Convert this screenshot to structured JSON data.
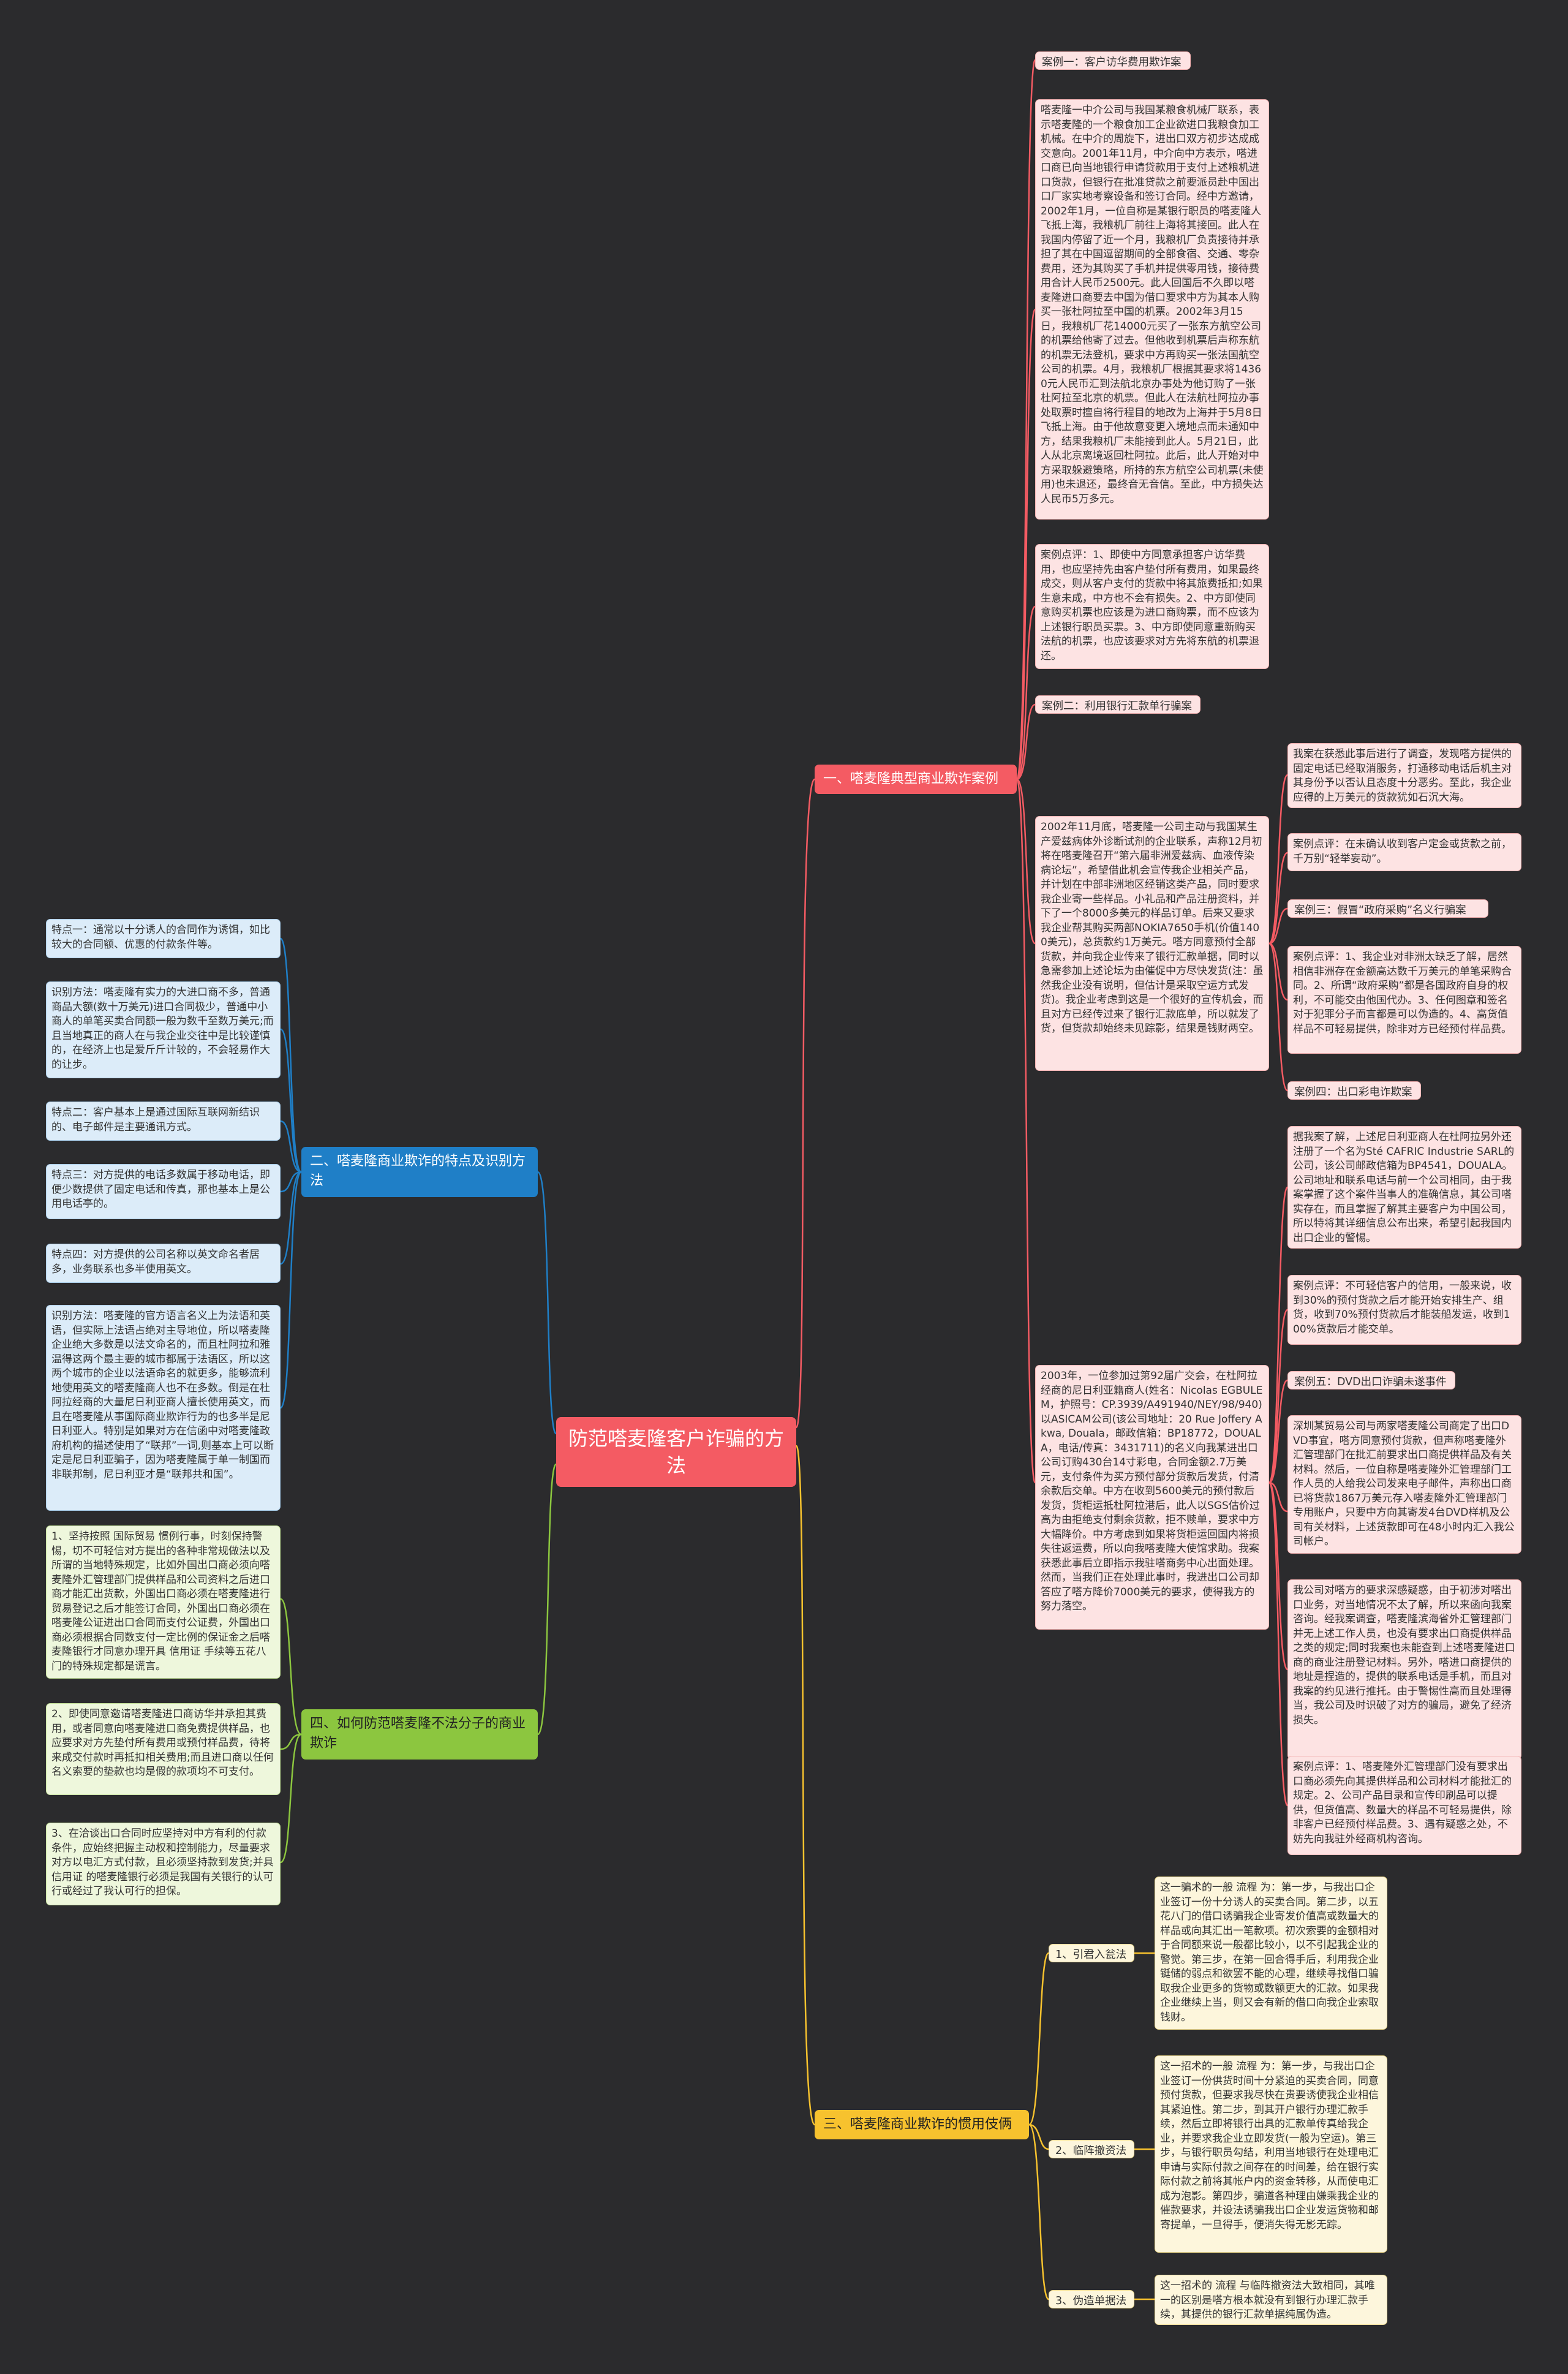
{
  "central": "防范嗒麦隆客户诈骗的方法",
  "branches": {
    "b1": "一、嗒麦隆典型商业欺诈案例",
    "b2": "二、嗒麦隆商业欺诈的特点及识别方法",
    "b3": "三、嗒麦隆商业欺诈的惯用伎俩",
    "b4": "四、如何防范嗒麦隆不法分子的商业欺诈"
  },
  "case1": {
    "title": "案例一：客户访华费用欺诈案",
    "story": "嗒麦隆一中介公司与我国某粮食机械厂联系，表示嗒麦隆的一个粮食加工企业欲进口我粮食加工机械。在中介的周旋下，进出口双方初步达成成交意向。2001年11月，中介向中方表示，嗒进口商已向当地银行申请贷款用于支付上述粮机进口货款，但银行在批准贷款之前要派员赴中国出口厂家实地考察设备和签订合同。经中方邀请，2002年1月，一位自称是某银行职员的嗒麦隆人飞抵上海，我粮机厂前往上海将其接回。此人在我国内停留了近一个月，我粮机厂负责接待并承担了其在中国逗留期间的全部食宿、交通、零杂费用，还为其购买了手机并提供零用钱，接待费用合计人民币2500元。此人回国后不久即以嗒麦隆进口商要去中国为借口要求中方为其本人购买一张杜阿拉至中国的机票。2002年3月15日，我粮机厂花14000元买了一张东方航空公司的机票给他寄了过去。但他收到机票后声称东航的机票无法登机，要求中方再购买一张法国航空公司的机票。4月，我粮机厂根据其要求将14360元人民币汇到法航北京办事处为他订购了一张杜阿拉至北京的机票。但此人在法航杜阿拉办事处取票时擅自将行程目的地改为上海并于5月8日飞抵上海。由于他故意变更入境地点而未通知中方，结果我粮机厂未能接到此人。5月21日，此人从北京离境返回杜阿拉。此后，此人开始对中方采取躲避策略，所持的东方航空公司机票(未使用)也未退还，最终音无音信。至此，中方损失达人民币5万多元。",
    "comment": "案例点评：1、即使中方同意承担客户访华费用，也应坚持先由客户垫付所有费用，如果最终成交，则从客户支付的货款中将其旅费抵扣;如果生意未成，中方也不会有损失。2、中方即使同意购买机票也应该是为进口商购票，而不应该为上述银行职员买票。3、中方即使同意重新购买法航的机票，也应该要求对方先将东航的机票退还。"
  },
  "case2": {
    "title": "案例二：利用银行汇款单行骗案",
    "story": "2002年11月底，嗒麦隆一公司主动与我国某生产爱兹病体外诊断试剂的企业联系，声称12月初将在嗒麦隆召开“第六届非洲爱兹病、血液传染病论坛”，希望借此机会宣传我企业相关产品，并计划在中部非洲地区经销这类产品，同时要求我企业寄一些样品。小礼品和产品注册资料，并下了一个8000多美元的样品订单。后来又要求我企业帮其购买两部NOKIA7650手机(价值1400美元)，总货款约1万美元。嗒方同意预付全部货款，并向我企业传来了银行汇款单据，同时以急需参加上述论坛为由催促中方尽快发货(注：虽然我企业没有说明，但估计是采取空运方式发货)。我企业考虑到这是一个很好的宣传机会，而且对方已经传过来了银行汇款底单，所以就发了货，但货款却始终未见踪影，结果是钱财两空。",
    "note": "我案在获悉此事后进行了调查，发现嗒方提供的固定电话已经取消服务，打通移动电话后机主对其身份予以否认且态度十分恶劣。至此，我企业应得的上万美元的货款犹如石沉大海。",
    "comment": "案例点评：在未确认收到客户定金或货款之前，千万别“轻举妄动”。"
  },
  "case3": {
    "title": "案例三：假冒“政府采购”名义行骗案",
    "comment": "案例点评：1、我企业对非洲太缺乏了解，居然相信非洲存在金额高达数千万美元的单笔采购合同。2、所谓“政府采购”都是各国政府自身的权利，不可能交由他国代办。3、任何图章和签名对于犯罪分子而言都是可以伪造的。4、高货值样品不可轻易提供，除非对方已经预付样品费。"
  },
  "case4": {
    "title": "案例四：出口彩电诈欺案",
    "story": "2003年，一位参加过第92届广交会，在杜阿拉经商的尼日利亚籍商人(姓名：Nicolas EGBULEM，护照号：CP.3939/A491940/NEY/98/940)以ASICAM公司(该公司地址：20 Rue Joffery Akwa, Douala，邮政信箱：BP18772，DOUALA，电话/传真：3431711)的名义向我某进出口公司订购430台14寸彩电，合同金额2.7万美元，支付条件为买方预付部分货款后发货，付清余款后交单。中方在收到5600美元的预付款后发货，货柜运抵杜阿拉港后，此人以SGS估价过高为由拒绝支付剩余货款，拒不赎单，要求中方大幅降价。中方考虑到如果将货柜运回国内将损失往返运费，所以向我嗒麦隆大使馆求助。我案获悉此事后立即指示我驻嗒商务中心出面处理。然而，当我们正在处理此事时，我进出口公司却答应了嗒方降价7000美元的要求，使得我方的努力落空。",
    "note": "据我案了解，上述尼日利亚商人在杜阿拉另外还注册了一个名为Sté CAFRIC Industrie SARL的公司，该公司邮政信箱为BP4541，DOUALA。公司地址和联系电话与前一个公司相同，由于我案掌握了这个案件当事人的准确信息，其公司嗒实存在，而且掌握了解其主要客户为中国公司，所以特将其详细信息公布出来，希望引起我国内出口企业的警惕。",
    "comment": "案例点评：不可轻信客户的信用，一般来说，收到30%的预付货款之后才能开始安排生产、组货，收到70%预付货款后才能装船发运，收到100%货款后才能交单。"
  },
  "case5": {
    "title": "案例五：DVD出口诈骗未遂事件",
    "story": "深圳某贸易公司与两家嗒麦隆公司商定了出口DVD事宜，嗒方同意预付货款，但声称嗒麦隆外汇管理部门在批汇前要求出口商提供样品及有关材料。然后，一位自称是嗒麦隆外汇管理部门工作人员的人给我公司发来电子邮件，声称出口商已将货款1867万美元存入嗒麦隆外汇管理部门专用账户，只要中方向其寄发4台DVD样机及公司有关材料，上述货款即可在48小时内汇入我公司帐户。",
    "note": "我公司对嗒方的要求深感疑惑，由于初涉对嗒出口业务，对当地情况不太了解，所以来函向我案咨询。经我案调查，嗒麦隆滨海省外汇管理部门并无上述工作人员，也没有要求出口商提供样品之类的规定;同时我案也未能查到上述嗒麦隆进口商的商业注册登记材料。另外，嗒进口商提供的地址是捏造的，提供的联系电话是手机，而且对我案的约见进行推托。由于警惕性高而且处理得当，我公司及时识破了对方的骗局，避免了经济损失。",
    "comment": "案例点评：1、嗒麦隆外汇管理部门没有要求出口商必须先向其提供样品和公司材料才能批汇的规定。2、公司产品目录和宣传印刷品可以提供，但货值高、数量大的样品不可轻易提供，除非客户已经预付样品费。3、遇有疑惑之处，不妨先向我驻外经商机构咨询。"
  },
  "tricks": [
    {
      "label": "1、引君入瓮法",
      "text": "这一骗术的一般 流程 为：第一步，与我出口企业签订一份十分诱人的买卖合同。第二步，以五花八门的借口诱骗我企业寄发价值高或数量大的样品或向其汇出一笔款项。初次索要的金额相对于合同额来说一般都比较小，以不引起我企业的警觉。第三步，在第一回合得手后，利用我企业铤储的弱点和欲罢不能的心理，继续寻找借口骗取我企业更多的货物或数额更大的汇款。如果我企业继续上当，则又会有新的借口向我企业索取钱财。"
    },
    {
      "label": "2、临阵撤资法",
      "text": "这一招术的一般 流程 为：第一步，与我出口企业签订一份供货时间十分紧迫的买卖合同，同意预付货款，但要求我尽快在贵要诱使我企业相信其紧迫性。第二步，到其开户银行办理汇款手续，然后立即将银行出具的汇款单传真给我企业，并要求我企业立即发货(一般为空运)。第三步，与银行职员勾结，利用当地银行在处理电汇申请与实际付款之间存在的时间差，给在银行实际付款之前将其帐户内的资金转移，从而使电汇成为泡影。第四步，骗道各种理由嫌乘我企业的催款要求，并设法诱骗我出口企业发运货物和邮寄提单，一旦得手，便消失得无影无踪。"
    },
    {
      "label": "3、伪造单据法",
      "text": "这一招术的 流程 与临阵撤资法大致相同，其唯一的区别是嗒方根本就没有到银行办理汇款手续，其提供的银行汇款单据纯属伪造。"
    }
  ],
  "features": [
    "特点一：通常以十分诱人的合同作为诱饵，如比较大的合同额、优惠的付款条件等。",
    "识别方法：嗒麦隆有实力的大进口商不多，普通商品大额(数十万美元)进口合同极少，普通中小商人的单笔买卖合同额一般为数千至数万美元;而且当地真正的商人在与我企业交往中是比较谨慎的，在经济上也是爱斤斤计较的，不会轻易作大的让步。",
    "特点二：客户基本上是通过国际互联网新结识的、电子邮件是主要通讯方式。",
    "特点三：对方提供的电话多数属于移动电话，即便少数提供了固定电话和传真，那也基本上是公用电话亭的。",
    "特点四：对方提供的公司名称以英文命名者居多，业务联系也多半使用英文。",
    "识别方法：嗒麦隆的官方语言名义上为法语和英语，但实际上法语占绝对主导地位，所以嗒麦隆企业绝大多数是以法文命名的，而且杜阿拉和雅温得这两个最主要的城市都属于法语区，所以这两个城市的企业以法语命名的就更多，能够流利地使用英文的嗒麦隆商人也不在多数。倒是在杜阿拉经商的大量尼日利亚商人擅长使用英文，而且在嗒麦隆从事国际商业欺诈行为的也多半是尼日利亚人。特别是如果对方在信函中对嗒麦隆政府机构的描述使用了“联邦”一词,则基本上可以断定是尼日利亚骗子，因为嗒麦隆属于单一制国而非联邦制，尼日利亚才是“联邦共和国”。"
  ],
  "prevention": [
    "1、坚持按照 国际贸易 惯例行事，时刻保持警惕，切不可轻信对方提出的各种非常规做法以及所谓的当地特殊规定，比如外国出口商必须向嗒麦隆外汇管理部门提供样品和公司资料之后进口商才能汇出货款，外国出口商必须在嗒麦隆进行贸易登记之后才能签订合同，外国出口商必须在嗒麦隆公证进出口合同而支付公证费，外国出口商必须根据合同数支付一定比例的保证金之后嗒麦隆银行才同意办理开具 信用证 手续等五花八门的特殊规定都是谎言。",
    "2、即使同意邀请嗒麦隆进口商访华并承担其费用，或者同意向嗒麦隆进口商免费提供样品，也应要求对方先垫付所有费用或预付样品费，待将来成交付款时再抵扣相关费用;而且进口商以任何名义索要的垫款也均是假的款项均不可支付。",
    "3、在洽谈出口合同时应坚持对中方有利的付款条件，应始终把握主动权和控制能力，尽量要求对方以电汇方式付款，且必须坚持款到发货;并具 信用证 的嗒麦隆银行必须是我国有关银行的认可行或经过了我认可行的担保。"
  ]
}
